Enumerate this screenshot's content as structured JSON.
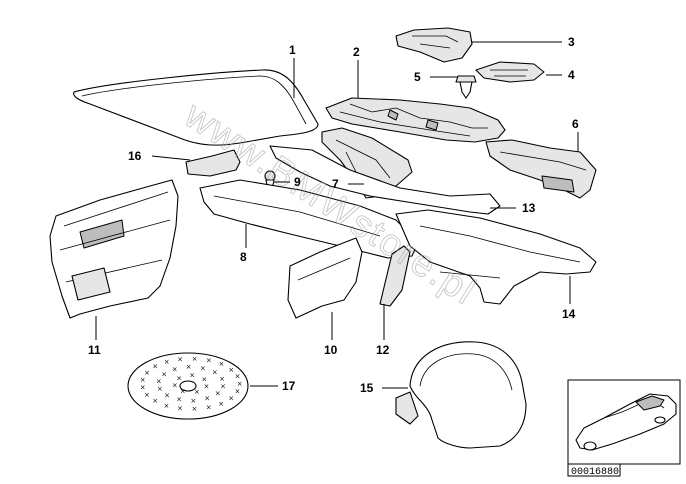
{
  "callouts": [
    {
      "id": "1",
      "label": "1"
    },
    {
      "id": "2",
      "label": "2"
    },
    {
      "id": "3",
      "label": "3"
    },
    {
      "id": "4",
      "label": "4"
    },
    {
      "id": "5",
      "label": "5"
    },
    {
      "id": "6",
      "label": "6"
    },
    {
      "id": "7",
      "label": "7"
    },
    {
      "id": "8",
      "label": "8"
    },
    {
      "id": "9",
      "label": "9"
    },
    {
      "id": "10",
      "label": "10"
    },
    {
      "id": "11",
      "label": "11"
    },
    {
      "id": "12",
      "label": "12"
    },
    {
      "id": "13",
      "label": "13"
    },
    {
      "id": "14",
      "label": "14"
    },
    {
      "id": "15",
      "label": "15"
    },
    {
      "id": "16",
      "label": "16"
    },
    {
      "id": "17",
      "label": "17"
    }
  ],
  "watermark": "www.BMWstore.pl",
  "inset": {
    "reference_number": "00016880"
  }
}
